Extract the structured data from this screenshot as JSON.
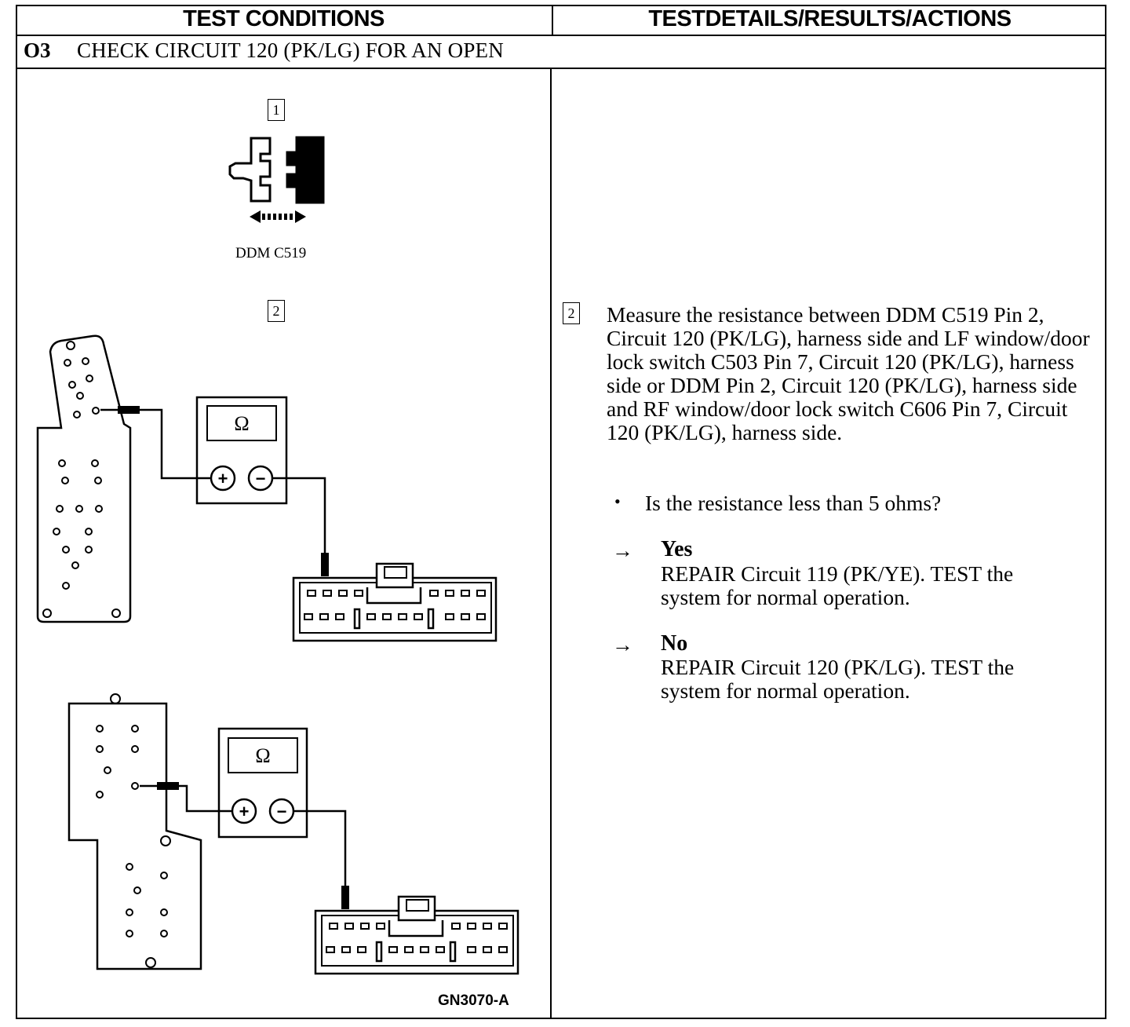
{
  "header": {
    "left_title": "TEST CONDITIONS",
    "right_title": "TESTDETAILS/RESULTS/ACTIONS"
  },
  "step": {
    "id": "O3",
    "title": "CHECK CIRCUIT 120 (PK/LG) FOR AN OPEN"
  },
  "figure": {
    "box1": "1",
    "box2": "2",
    "connector_label": "DDM C519",
    "ohm_symbol": "Ω",
    "plus_symbol": "+",
    "minus_symbol": "−",
    "figure_id": "GN3070-A"
  },
  "details": {
    "step_box": "2",
    "instruction": "Measure the resistance between DDM C519 Pin 2, Circuit 120 (PK/LG), harness side and LF window/door lock switch C503 Pin 7, Circuit 120 (PK/LG), harness side or DDM Pin 2, Circuit 120 (PK/LG), harness side and RF window/door lock switch C606  Pin 7, Circuit 120 (PK/LG), harness side.",
    "bullet": "•",
    "question": "Is the resistance less than 5 ohms?",
    "arrow_symbol": "→",
    "yes": {
      "label": "Yes",
      "action": "REPAIR Circuit 119 (PK/YE). TEST the system for normal operation."
    },
    "no": {
      "label": "No",
      "action": "REPAIR Circuit 120 (PK/LG). TEST the system for normal operation."
    }
  }
}
